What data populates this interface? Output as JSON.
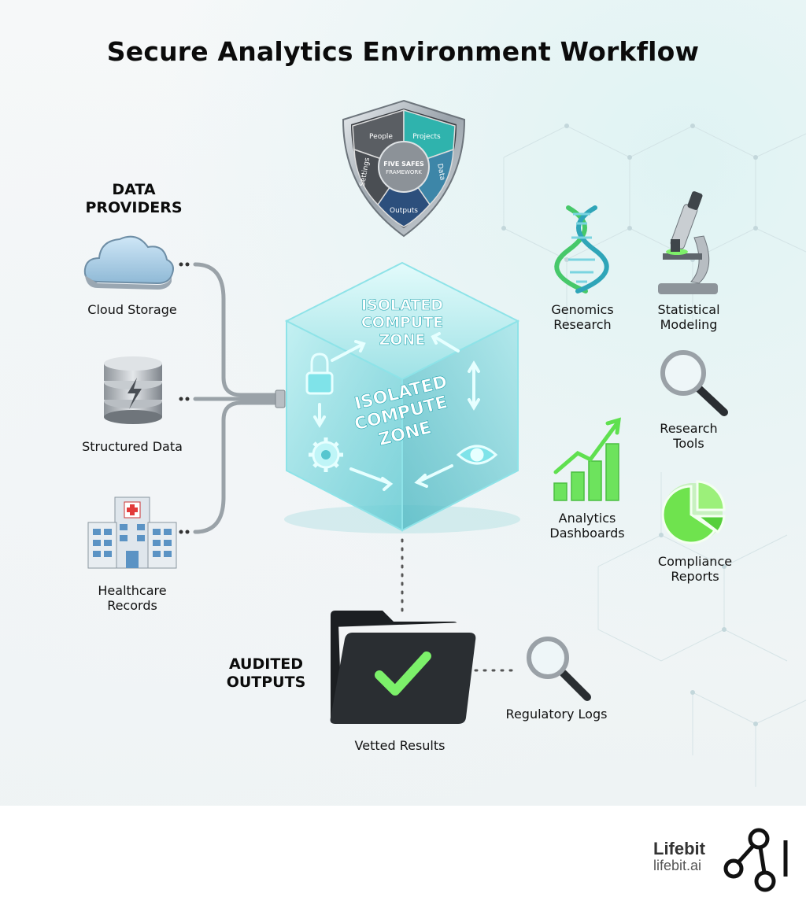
{
  "title": "Secure Analytics Environment Workflow",
  "shield": {
    "segments": [
      "People",
      "Projects",
      "Data",
      "Outputs",
      "Settings"
    ],
    "center": [
      "FIVE SAFES",
      "FRAMEWORK"
    ]
  },
  "cube": {
    "top_label": [
      "ISOLATED",
      "COMPUTE",
      "ZONE"
    ],
    "front_label": [
      "ISOLATED",
      "COMPUTE",
      "ZONE"
    ]
  },
  "providers": {
    "heading": [
      "DATA",
      "PROVIDERS"
    ],
    "items": [
      {
        "label": "Cloud Storage",
        "icon": "cloud-icon"
      },
      {
        "label": "Structured Data",
        "icon": "database-icon"
      },
      {
        "label": "Healthcare Records",
        "icon": "hospital-icon"
      }
    ]
  },
  "tools": [
    {
      "label": [
        "Genomics",
        "Research"
      ],
      "icon": "dna-icon"
    },
    {
      "label": [
        "Statistical",
        "Modeling"
      ],
      "icon": "microscope-icon"
    },
    {
      "label": [
        "Research",
        "Tools"
      ],
      "icon": "magnifier-icon"
    },
    {
      "label": [
        "Analytics",
        "Dashboards"
      ],
      "icon": "bar-chart-icon"
    },
    {
      "label": [
        "Compliance",
        "Reports"
      ],
      "icon": "pie-chart-icon"
    }
  ],
  "outputs": {
    "heading": [
      "AUDITED",
      "OUTPUTS"
    ],
    "vetted": "Vetted Results",
    "logs": "Regulatory Logs"
  },
  "footer": {
    "name": "Lifebit",
    "url": "lifebit.ai"
  },
  "colors": {
    "accent_cyan": "#39c6d0",
    "accent_green": "#5ee65a",
    "shield_teal": "#2fb3ad",
    "shield_navy": "#2c4f7c"
  }
}
